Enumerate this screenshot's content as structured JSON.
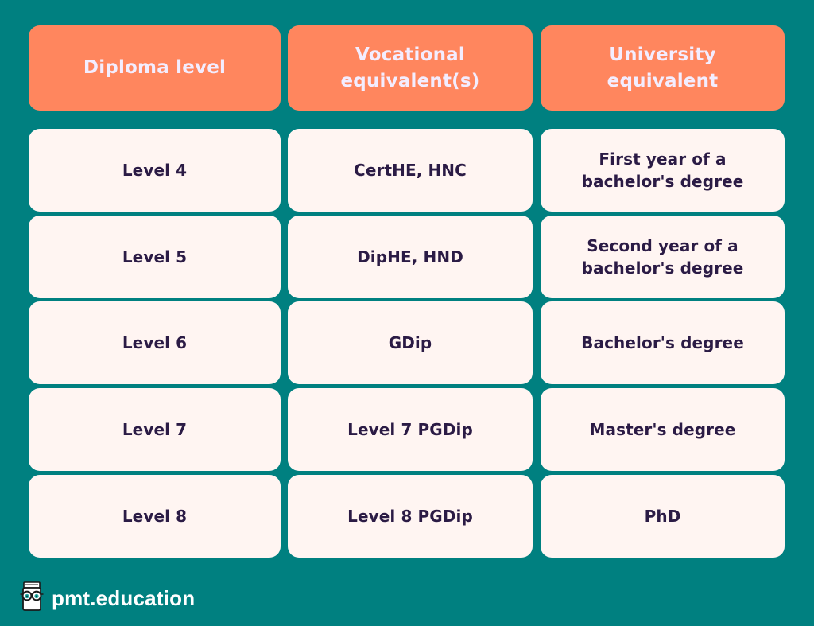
{
  "colors": {
    "background": "#008080",
    "header_fill": "#ff865e",
    "header_text": "#f3edff",
    "cell_fill": "#fff5f2",
    "cell_text": "#2b1b45"
  },
  "table": {
    "headers": [
      "Diploma level",
      "Vocational\nequivalent(s)",
      "University\nequivalent"
    ],
    "rows": [
      [
        "Level 4",
        "CertHE, HNC",
        "First year of a\nbachelor's degree"
      ],
      [
        "Level 5",
        "DipHE, HND",
        "Second year of a\nbachelor's degree"
      ],
      [
        "Level 6",
        "GDip",
        "Bachelor's degree"
      ],
      [
        "Level 7",
        "Level 7 PGDip",
        "Master's degree"
      ],
      [
        "Level 8",
        "Level 8 PGDip",
        "PhD"
      ]
    ]
  },
  "footer": {
    "logo_icon": "book-with-glasses-icon",
    "brand": "pmt.education"
  }
}
